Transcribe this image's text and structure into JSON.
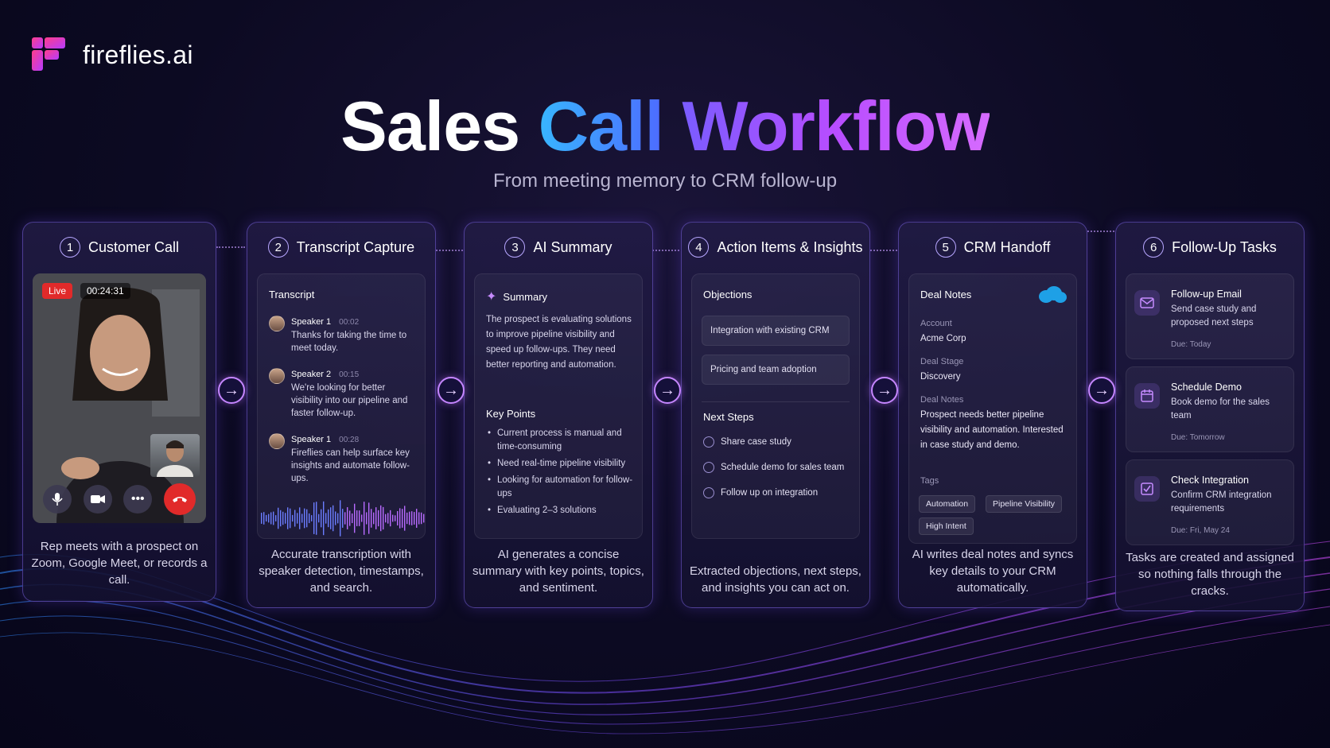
{
  "brand": {
    "name": "fireflies.ai",
    "logo_icon": "fireflies-logo-icon"
  },
  "title": {
    "part1": "Sales",
    "part2": "Call",
    "part3": "Workflow"
  },
  "subtitle": "From meeting memory to CRM follow-up",
  "colors": {
    "accent_purple": "#b84dff",
    "accent_blue": "#38b6ff",
    "live_red": "#e12a2a"
  },
  "stages": [
    {
      "num": "1",
      "title": "Customer Call",
      "live_label": "Live",
      "timer": "00:24:31",
      "controls": [
        "microphone-icon",
        "camera-icon",
        "more-icon",
        "end-call-icon"
      ],
      "caption": "Rep meets with a prospect on Zoom, Google Meet, or records a call."
    },
    {
      "num": "2",
      "title": "Transcript Capture",
      "panel_title": "Transcript",
      "entries": [
        {
          "speaker": "Speaker 1",
          "time": "00:02",
          "text": "Thanks for taking the time to meet today."
        },
        {
          "speaker": "Speaker 2",
          "time": "00:15",
          "text": "We're looking for better visibility into our pipeline and faster follow-up."
        },
        {
          "speaker": "Speaker 1",
          "time": "00:28",
          "text": "Fireflies can help surface key insights and automate follow-ups."
        }
      ],
      "caption": "Accurate transcription with speaker detection, timestamps, and search."
    },
    {
      "num": "3",
      "title": "AI Summary",
      "summary_title": "Summary",
      "summary_text": "The prospect is evaluating solutions to improve pipeline visibility and speed up follow-ups. They need better reporting and automation.",
      "key_points_title": "Key Points",
      "key_points": [
        "Current process is manual and time-consuming",
        "Need real-time pipeline visibility",
        "Looking for automation for follow-ups",
        "Evaluating 2–3 solutions"
      ],
      "caption": "AI generates a concise summary with key points, topics, and sentiment."
    },
    {
      "num": "4",
      "title": "Action Items & Insights",
      "objections_title": "Objections",
      "objections": [
        "Integration with existing CRM",
        "Pricing and team adoption"
      ],
      "next_steps_title": "Next Steps",
      "next_steps": [
        "Share case study",
        "Schedule demo for sales team",
        "Follow up on integration"
      ],
      "caption": "Extracted objections, next steps, and insights you can act on."
    },
    {
      "num": "5",
      "title": "CRM Handoff",
      "panel_title": "Deal Notes",
      "account_label": "Account",
      "account": "Acme Corp",
      "stage_label": "Deal Stage",
      "stage": "Discovery",
      "notes_label": "Deal Notes",
      "notes": "Prospect needs better pipeline visibility and automation. Interested in case study and demo.",
      "tags_label": "Tags",
      "tags": [
        "Automation",
        "Pipeline Visibility",
        "High Intent"
      ],
      "caption": "AI writes deal notes and syncs key details to your CRM automatically."
    },
    {
      "num": "6",
      "title": "Follow-Up Tasks",
      "tasks": [
        {
          "icon": "mail-icon",
          "title": "Follow-up Email",
          "desc": "Send case study and proposed next steps",
          "due": "Due: Today"
        },
        {
          "icon": "calendar-icon",
          "title": "Schedule Demo",
          "desc": "Book demo for the sales team",
          "due": "Due: Tomorrow"
        },
        {
          "icon": "checkbox-icon",
          "title": "Check Integration",
          "desc": "Confirm CRM integration requirements",
          "due": "Due: Fri, May 24"
        }
      ],
      "caption": "Tasks are created and assigned so nothing falls through the cracks."
    }
  ]
}
